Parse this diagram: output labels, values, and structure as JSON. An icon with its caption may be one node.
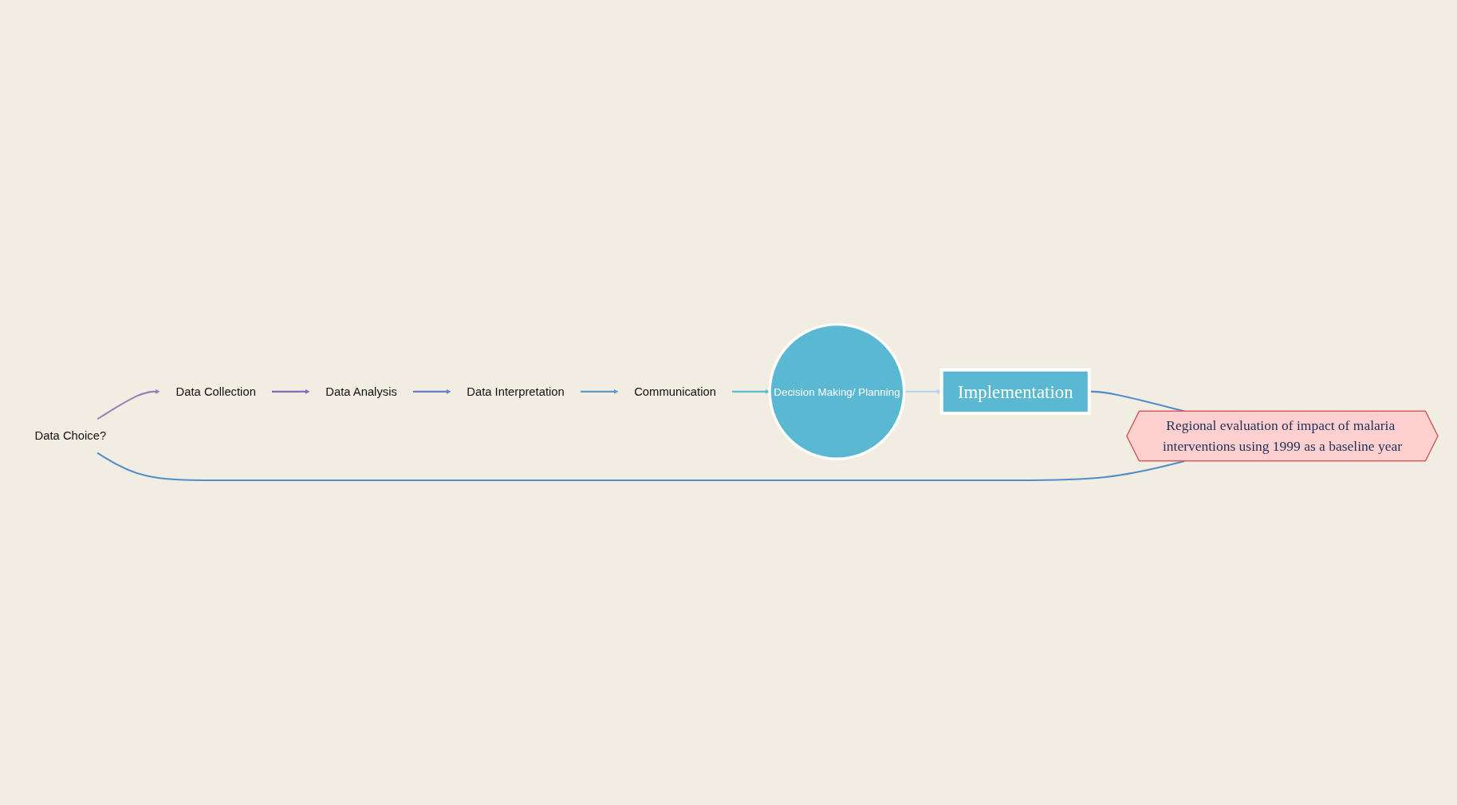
{
  "diagram": {
    "nodes": [
      {
        "text": [
          "Data Choice?"
        ]
      },
      {
        "text": [
          "Data Collection"
        ]
      },
      {
        "text": [
          "Data Analysis"
        ]
      },
      {
        "text": [
          "Data Interpretation"
        ]
      },
      {
        "text": [
          "Communication"
        ]
      },
      {
        "text": [
          "Decision Making/ Planning"
        ]
      },
      {
        "text": [
          "Implementation"
        ]
      },
      {
        "text": [
          "Regional evaluation of impact of malaria interventions using 1999 as a baseline year"
        ]
      }
    ],
    "edges": [
      {
        "from": 0,
        "to": 1,
        "arrow": "to",
        "color": "#9a7fb8"
      },
      {
        "from": 1,
        "to": 2,
        "arrow": "to",
        "color": "#7e70bb"
      },
      {
        "from": 2,
        "to": 3,
        "arrow": "to",
        "color": "#6b7ec6"
      },
      {
        "from": 3,
        "to": 4,
        "arrow": "to",
        "color": "#6298cc"
      },
      {
        "from": 4,
        "to": 5,
        "arrow": "to",
        "color": "#5bbfd3"
      },
      {
        "from": 5,
        "to": 6,
        "arrow": "to",
        "color": "#bcd3ee"
      },
      {
        "from": 6,
        "to": 7,
        "arrow": "none",
        "color": "#4f8ecb"
      },
      {
        "from": 7,
        "to": 0,
        "arrow": "none",
        "color": "#4f8ecb"
      }
    ]
  }
}
